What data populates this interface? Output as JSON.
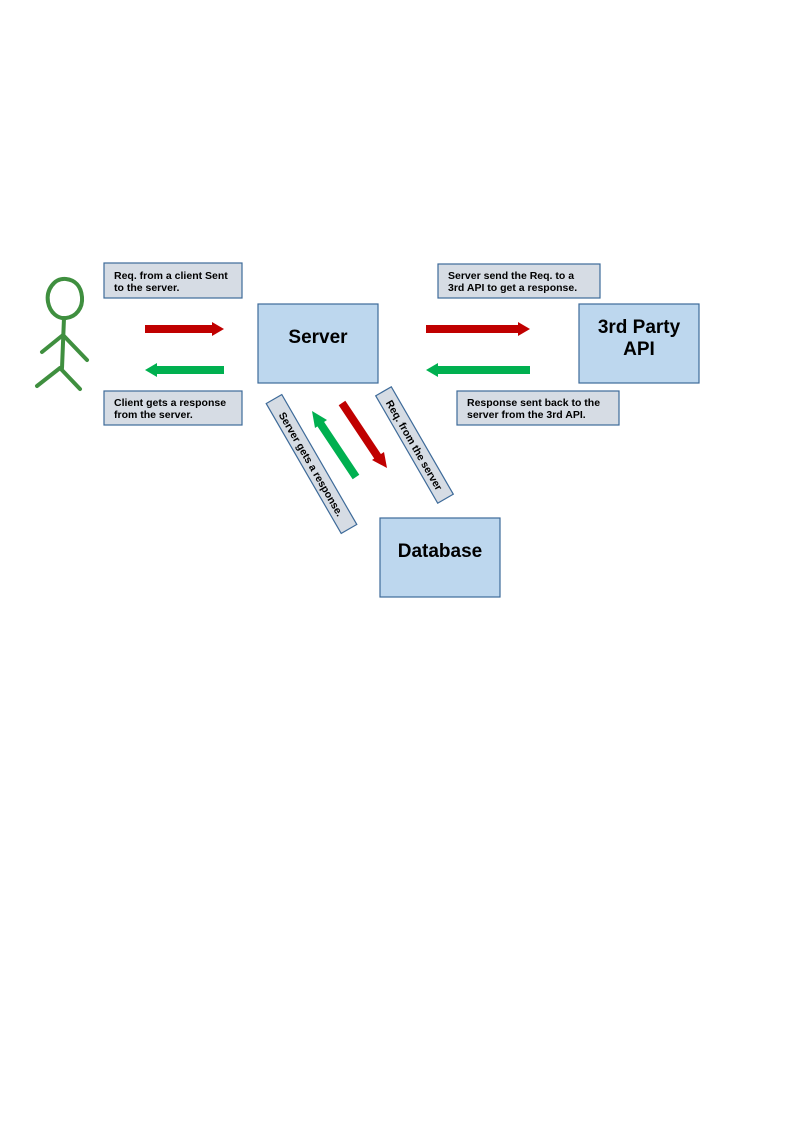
{
  "colors": {
    "node_fill": "#bdd7ee",
    "node_stroke": "#3d6a99",
    "note_fill": "#d6dce4",
    "note_stroke": "#3d6a99",
    "request_arrow": "#c00000",
    "response_arrow": "#00b050",
    "actor": "#3f8f3f"
  },
  "actor": {
    "icon": "stick-figure-icon"
  },
  "nodes": {
    "server": {
      "label": "Server"
    },
    "third_party": {
      "line1": "3rd Party",
      "line2": "API"
    },
    "database": {
      "label": "Database"
    }
  },
  "notes": {
    "client_request": {
      "line1": "Req. from a client Sent",
      "line2": "to the server."
    },
    "client_response": {
      "line1": "Client gets a response",
      "line2": "from the server."
    },
    "api_request": {
      "line1": "Server send the Req. to a",
      "line2": "3rd API to get a response."
    },
    "api_response": {
      "line1": "Response sent back to the",
      "line2": "server from the 3rd API."
    },
    "db_response": {
      "text": "Server gets a response."
    },
    "db_request": {
      "text": "Req. from the server"
    }
  }
}
